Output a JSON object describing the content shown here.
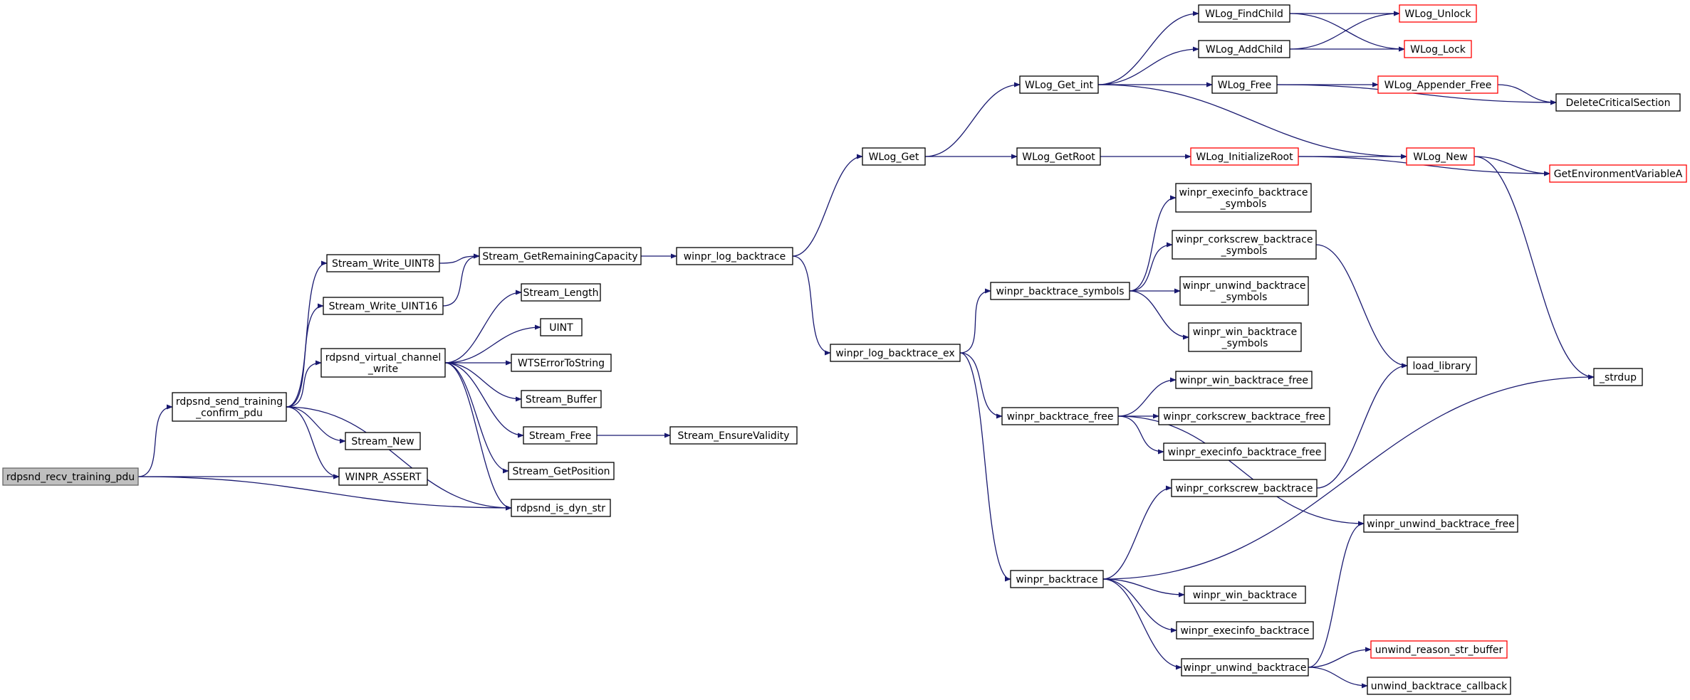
{
  "colors": {
    "edge": "#191970",
    "external_border": "#ff0000",
    "root_fill": "#bfbfbf"
  },
  "nodes": [
    {
      "id": "rdpsnd_recv_training_pdu",
      "lines": [
        "rdpsnd_recv_training_pdu"
      ],
      "kind": "root"
    },
    {
      "id": "rdpsnd_send_training_confirm_pdu",
      "lines": [
        "rdpsnd_send_training",
        "_confirm_pdu"
      ]
    },
    {
      "id": "WINPR_ASSERT",
      "lines": [
        "WINPR_ASSERT"
      ]
    },
    {
      "id": "rdpsnd_is_dyn_str",
      "lines": [
        "rdpsnd_is_dyn_str"
      ]
    },
    {
      "id": "Stream_Write_UINT8",
      "lines": [
        "Stream_Write_UINT8"
      ]
    },
    {
      "id": "Stream_Write_UINT16",
      "lines": [
        "Stream_Write_UINT16"
      ]
    },
    {
      "id": "rdpsnd_virtual_channel_write",
      "lines": [
        "rdpsnd_virtual_channel",
        "_write"
      ]
    },
    {
      "id": "Stream_New",
      "lines": [
        "Stream_New"
      ]
    },
    {
      "id": "Stream_GetRemainingCapacity",
      "lines": [
        "Stream_GetRemainingCapacity"
      ]
    },
    {
      "id": "Stream_Length",
      "lines": [
        "Stream_Length"
      ]
    },
    {
      "id": "UINT",
      "lines": [
        "UINT"
      ]
    },
    {
      "id": "WTSErrorToString",
      "lines": [
        "WTSErrorToString"
      ]
    },
    {
      "id": "Stream_Buffer",
      "lines": [
        "Stream_Buffer"
      ]
    },
    {
      "id": "Stream_Free",
      "lines": [
        "Stream_Free"
      ]
    },
    {
      "id": "Stream_GetPosition",
      "lines": [
        "Stream_GetPosition"
      ]
    },
    {
      "id": "Stream_EnsureValidity",
      "lines": [
        "Stream_EnsureValidity"
      ]
    },
    {
      "id": "winpr_log_backtrace",
      "lines": [
        "winpr_log_backtrace"
      ]
    },
    {
      "id": "WLog_Get",
      "lines": [
        "WLog_Get"
      ]
    },
    {
      "id": "winpr_log_backtrace_ex",
      "lines": [
        "winpr_log_backtrace_ex"
      ]
    },
    {
      "id": "WLog_Get_int",
      "lines": [
        "WLog_Get_int"
      ]
    },
    {
      "id": "WLog_GetRoot",
      "lines": [
        "WLog_GetRoot"
      ]
    },
    {
      "id": "WLog_FindChild",
      "lines": [
        "WLog_FindChild"
      ]
    },
    {
      "id": "WLog_AddChild",
      "lines": [
        "WLog_AddChild"
      ]
    },
    {
      "id": "WLog_Free",
      "lines": [
        "WLog_Free"
      ]
    },
    {
      "id": "WLog_InitializeRoot",
      "lines": [
        "WLog_InitializeRoot"
      ],
      "kind": "ext"
    },
    {
      "id": "WLog_Unlock",
      "lines": [
        "WLog_Unlock"
      ],
      "kind": "ext"
    },
    {
      "id": "WLog_Lock",
      "lines": [
        "WLog_Lock"
      ],
      "kind": "ext"
    },
    {
      "id": "WLog_Appender_Free",
      "lines": [
        "WLog_Appender_Free"
      ],
      "kind": "ext"
    },
    {
      "id": "WLog_New",
      "lines": [
        "WLog_New"
      ],
      "kind": "ext"
    },
    {
      "id": "DeleteCriticalSection",
      "lines": [
        "DeleteCriticalSection"
      ]
    },
    {
      "id": "GetEnvironmentVariableA",
      "lines": [
        "GetEnvironmentVariableA"
      ],
      "kind": "ext"
    },
    {
      "id": "_strdup",
      "lines": [
        "_strdup"
      ]
    },
    {
      "id": "winpr_backtrace_symbols",
      "lines": [
        "winpr_backtrace_symbols"
      ]
    },
    {
      "id": "winpr_execinfo_backtrace_symbols",
      "lines": [
        "winpr_execinfo_backtrace",
        "_symbols"
      ]
    },
    {
      "id": "winpr_corkscrew_backtrace_symbols",
      "lines": [
        "winpr_corkscrew_backtrace",
        "_symbols"
      ]
    },
    {
      "id": "winpr_unwind_backtrace_symbols",
      "lines": [
        "winpr_unwind_backtrace",
        "_symbols"
      ]
    },
    {
      "id": "winpr_win_backtrace_symbols",
      "lines": [
        "winpr_win_backtrace",
        "_symbols"
      ]
    },
    {
      "id": "load_library",
      "lines": [
        "load_library"
      ]
    },
    {
      "id": "winpr_backtrace_free",
      "lines": [
        "winpr_backtrace_free"
      ]
    },
    {
      "id": "winpr_win_backtrace_free",
      "lines": [
        "winpr_win_backtrace_free"
      ]
    },
    {
      "id": "winpr_corkscrew_backtrace_free",
      "lines": [
        "winpr_corkscrew_backtrace_free"
      ]
    },
    {
      "id": "winpr_execinfo_backtrace_free",
      "lines": [
        "winpr_execinfo_backtrace_free"
      ]
    },
    {
      "id": "winpr_corkscrew_backtrace",
      "lines": [
        "winpr_corkscrew_backtrace"
      ]
    },
    {
      "id": "winpr_unwind_backtrace_free",
      "lines": [
        "winpr_unwind_backtrace_free"
      ]
    },
    {
      "id": "winpr_backtrace",
      "lines": [
        "winpr_backtrace"
      ]
    },
    {
      "id": "winpr_win_backtrace",
      "lines": [
        "winpr_win_backtrace"
      ]
    },
    {
      "id": "winpr_execinfo_backtrace",
      "lines": [
        "winpr_execinfo_backtrace"
      ]
    },
    {
      "id": "winpr_unwind_backtrace",
      "lines": [
        "winpr_unwind_backtrace"
      ]
    },
    {
      "id": "unwind_reason_str_buffer",
      "lines": [
        "unwind_reason_str_buffer"
      ],
      "kind": "ext"
    },
    {
      "id": "unwind_backtrace_callback",
      "lines": [
        "unwind_backtrace_callback"
      ]
    }
  ],
  "edges": [
    [
      "rdpsnd_recv_training_pdu",
      "rdpsnd_send_training_confirm_pdu"
    ],
    [
      "rdpsnd_recv_training_pdu",
      "WINPR_ASSERT"
    ],
    [
      "rdpsnd_recv_training_pdu",
      "rdpsnd_is_dyn_str"
    ],
    [
      "rdpsnd_send_training_confirm_pdu",
      "Stream_Write_UINT8"
    ],
    [
      "rdpsnd_send_training_confirm_pdu",
      "Stream_Write_UINT16"
    ],
    [
      "rdpsnd_send_training_confirm_pdu",
      "rdpsnd_virtual_channel_write"
    ],
    [
      "rdpsnd_send_training_confirm_pdu",
      "Stream_New"
    ],
    [
      "rdpsnd_send_training_confirm_pdu",
      "WINPR_ASSERT"
    ],
    [
      "rdpsnd_send_training_confirm_pdu",
      "rdpsnd_is_dyn_str"
    ],
    [
      "Stream_Write_UINT8",
      "Stream_GetRemainingCapacity"
    ],
    [
      "Stream_Write_UINT16",
      "Stream_GetRemainingCapacity"
    ],
    [
      "rdpsnd_virtual_channel_write",
      "Stream_Length"
    ],
    [
      "rdpsnd_virtual_channel_write",
      "UINT"
    ],
    [
      "rdpsnd_virtual_channel_write",
      "WTSErrorToString"
    ],
    [
      "rdpsnd_virtual_channel_write",
      "Stream_Buffer"
    ],
    [
      "rdpsnd_virtual_channel_write",
      "Stream_Free"
    ],
    [
      "rdpsnd_virtual_channel_write",
      "Stream_GetPosition"
    ],
    [
      "rdpsnd_virtual_channel_write",
      "rdpsnd_is_dyn_str"
    ],
    [
      "Stream_Free",
      "Stream_EnsureValidity"
    ],
    [
      "Stream_GetRemainingCapacity",
      "winpr_log_backtrace"
    ],
    [
      "winpr_log_backtrace",
      "WLog_Get"
    ],
    [
      "winpr_log_backtrace",
      "winpr_log_backtrace_ex"
    ],
    [
      "WLog_Get",
      "WLog_Get_int"
    ],
    [
      "WLog_Get",
      "WLog_GetRoot"
    ],
    [
      "WLog_Get_int",
      "WLog_FindChild"
    ],
    [
      "WLog_Get_int",
      "WLog_AddChild"
    ],
    [
      "WLog_Get_int",
      "WLog_Free"
    ],
    [
      "WLog_Get_int",
      "WLog_New"
    ],
    [
      "WLog_FindChild",
      "WLog_Unlock"
    ],
    [
      "WLog_FindChild",
      "WLog_Lock"
    ],
    [
      "WLog_AddChild",
      "WLog_Unlock"
    ],
    [
      "WLog_AddChild",
      "WLog_Lock"
    ],
    [
      "WLog_Free",
      "WLog_Appender_Free"
    ],
    [
      "WLog_Free",
      "DeleteCriticalSection"
    ],
    [
      "WLog_Appender_Free",
      "DeleteCriticalSection"
    ],
    [
      "WLog_GetRoot",
      "WLog_InitializeRoot"
    ],
    [
      "WLog_InitializeRoot",
      "WLog_New"
    ],
    [
      "WLog_InitializeRoot",
      "GetEnvironmentVariableA"
    ],
    [
      "WLog_New",
      "GetEnvironmentVariableA"
    ],
    [
      "WLog_New",
      "_strdup"
    ],
    [
      "winpr_log_backtrace_ex",
      "winpr_backtrace_symbols"
    ],
    [
      "winpr_log_backtrace_ex",
      "winpr_backtrace_free"
    ],
    [
      "winpr_log_backtrace_ex",
      "winpr_backtrace"
    ],
    [
      "winpr_backtrace_symbols",
      "winpr_execinfo_backtrace_symbols"
    ],
    [
      "winpr_backtrace_symbols",
      "winpr_corkscrew_backtrace_symbols"
    ],
    [
      "winpr_backtrace_symbols",
      "winpr_unwind_backtrace_symbols"
    ],
    [
      "winpr_backtrace_symbols",
      "winpr_win_backtrace_symbols"
    ],
    [
      "winpr_corkscrew_backtrace_symbols",
      "load_library"
    ],
    [
      "winpr_backtrace_free",
      "winpr_win_backtrace_free"
    ],
    [
      "winpr_backtrace_free",
      "winpr_corkscrew_backtrace_free"
    ],
    [
      "winpr_backtrace_free",
      "winpr_execinfo_backtrace_free"
    ],
    [
      "winpr_backtrace_free",
      "winpr_unwind_backtrace_free"
    ],
    [
      "winpr_corkscrew_backtrace",
      "load_library"
    ],
    [
      "winpr_backtrace",
      "winpr_corkscrew_backtrace"
    ],
    [
      "winpr_backtrace",
      "_strdup"
    ],
    [
      "winpr_backtrace",
      "winpr_win_backtrace"
    ],
    [
      "winpr_backtrace",
      "winpr_execinfo_backtrace"
    ],
    [
      "winpr_backtrace",
      "winpr_unwind_backtrace"
    ],
    [
      "winpr_unwind_backtrace",
      "winpr_unwind_backtrace_free"
    ],
    [
      "winpr_unwind_backtrace",
      "unwind_reason_str_buffer"
    ],
    [
      "winpr_unwind_backtrace",
      "unwind_backtrace_callback"
    ]
  ]
}
